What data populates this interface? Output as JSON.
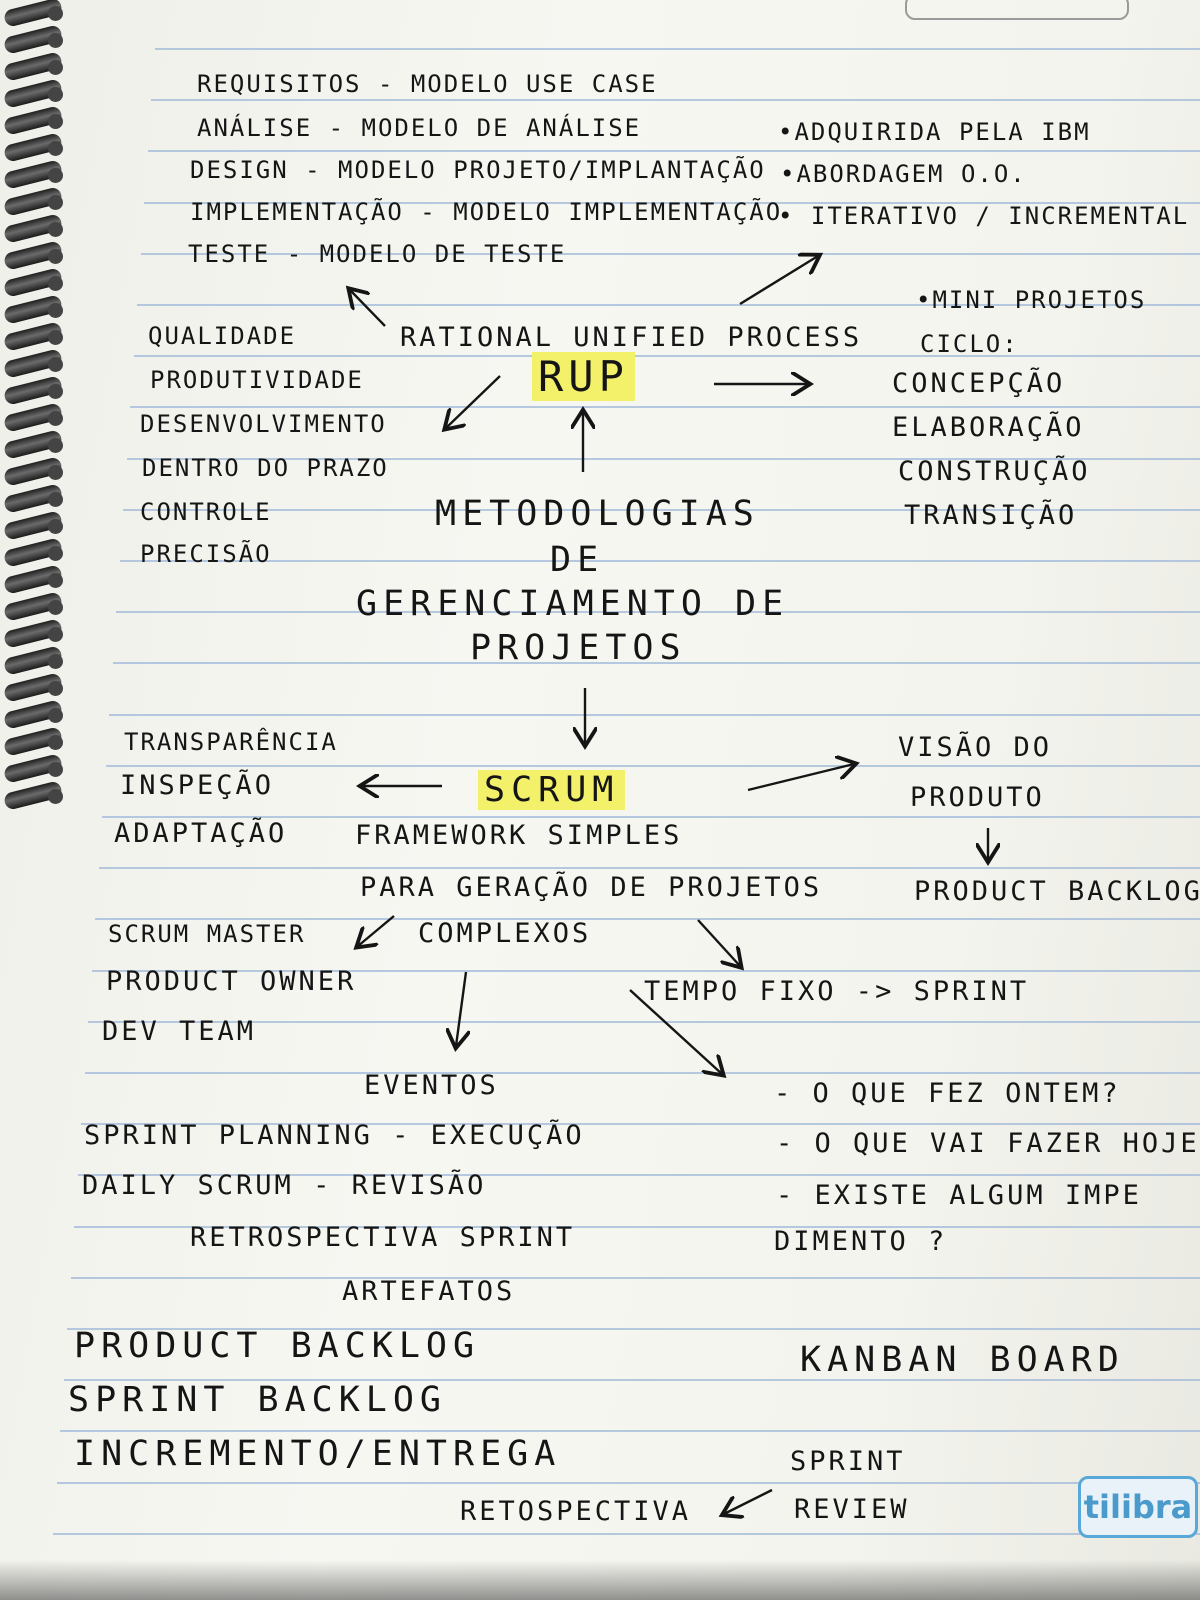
{
  "rup_list": [
    "REQUISITOS - MODELO USE CASE",
    "ANÁLISE - MODELO DE ANÁLISE",
    "DESIGN - MODELO PROJETO/IMPLANTAÇÃO",
    "IMPLEMENTAÇÃO - MODELO IMPLEMENTAÇÃO",
    "TESTE - MODELO DE TESTE"
  ],
  "rup_bullets": [
    "•ADQUIRIDA PELA IBM",
    "•ABORDAGEM O.O.",
    "• ITERATIVO / INCREMENTAL",
    "•MINI PROJETOS"
  ],
  "rup_full": "RATIONAL UNIFIED PROCESS",
  "rup_acronym": "RUP",
  "rup_benefits": [
    "QUALIDADE",
    "PRODUTIVIDADE",
    "DESENVOLVIMENTO",
    "DENTRO DO PRAZO",
    "CONTROLE",
    "PRECISÃO"
  ],
  "rup_cycle_label": "CICLO:",
  "rup_cycle": [
    "CONCEPÇÃO",
    "ELABORAÇÃO",
    "CONSTRUÇÃO",
    "TRANSIÇÃO"
  ],
  "center_title": [
    "METODOLOGIAS",
    "DE",
    "GERENCIAMENTO DE",
    "PROJETOS"
  ],
  "scrum_pillars": [
    "TRANSPARÊNCIA",
    "INSPEÇÃO",
    "ADAPTAÇÃO"
  ],
  "scrum_label": "SCRUM",
  "scrum_desc": [
    "FRAMEWORK SIMPLES",
    "PARA GERAÇÃO DE PROJETOS",
    "COMPLEXOS"
  ],
  "scrum_vision": [
    "VISÃO DO",
    "PRODUTO"
  ],
  "product_backlog_right": "PRODUCT BACKLOG",
  "scrum_roles": [
    "SCRUM MASTER",
    "PRODUCT OWNER",
    "DEV TEAM"
  ],
  "tempo_fixo": "TEMPO FIXO -> SPRINT",
  "daily_questions": [
    "- O QUE FEZ ONTEM?",
    "- O QUE VAI FAZER HOJE",
    "- EXISTE ALGUM IMPE",
    "DIMENTO ?"
  ],
  "eventos_title": "EVENTOS",
  "eventos": [
    "SPRINT PLANNING - EXECUÇÃO",
    "DAILY SCRUM - REVISÃO",
    "RETROSPECTIVA SPRINT"
  ],
  "artefatos_title": "ARTEFATOS",
  "artefatos": [
    "PRODUCT BACKLOG",
    "SPRINT BACKLOG",
    "INCREMENTO/ENTREGA"
  ],
  "kanban": "KANBAN BOARD",
  "sprint_review": [
    "SPRINT",
    "REVIEW"
  ],
  "retrospectiva": "RETOSPECTIVA",
  "brand_logo": "tilibra",
  "colors": {
    "highlight": "#f3f06a",
    "ink": "#151515",
    "rule": "#9fb8d8",
    "logo": "#4a9acb"
  }
}
